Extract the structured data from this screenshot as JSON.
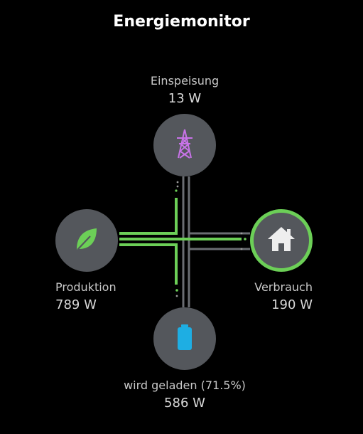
{
  "title": "Energiemonitor",
  "colors": {
    "background": "#000000",
    "node": "#54575c",
    "flow": "#6ccf57",
    "grid_icon": "#c873e8",
    "leaf_icon": "#6ccf57",
    "battery_icon": "#1eaee3",
    "house_icon": "#eeeeee",
    "line_gray": "#6a6d72"
  },
  "nodes": {
    "grid": {
      "label": "Einspeisung",
      "value": "13 W",
      "icon": "transmission-tower-icon"
    },
    "production": {
      "label": "Produktion",
      "value": "789 W",
      "icon": "leaf-icon"
    },
    "consumption": {
      "label": "Verbrauch",
      "value": "190 W",
      "icon": "house-icon"
    },
    "battery": {
      "label": "wird geladen (71.5%)",
      "value": "586 W",
      "icon": "battery-icon",
      "charge_percent": 71.5
    }
  }
}
